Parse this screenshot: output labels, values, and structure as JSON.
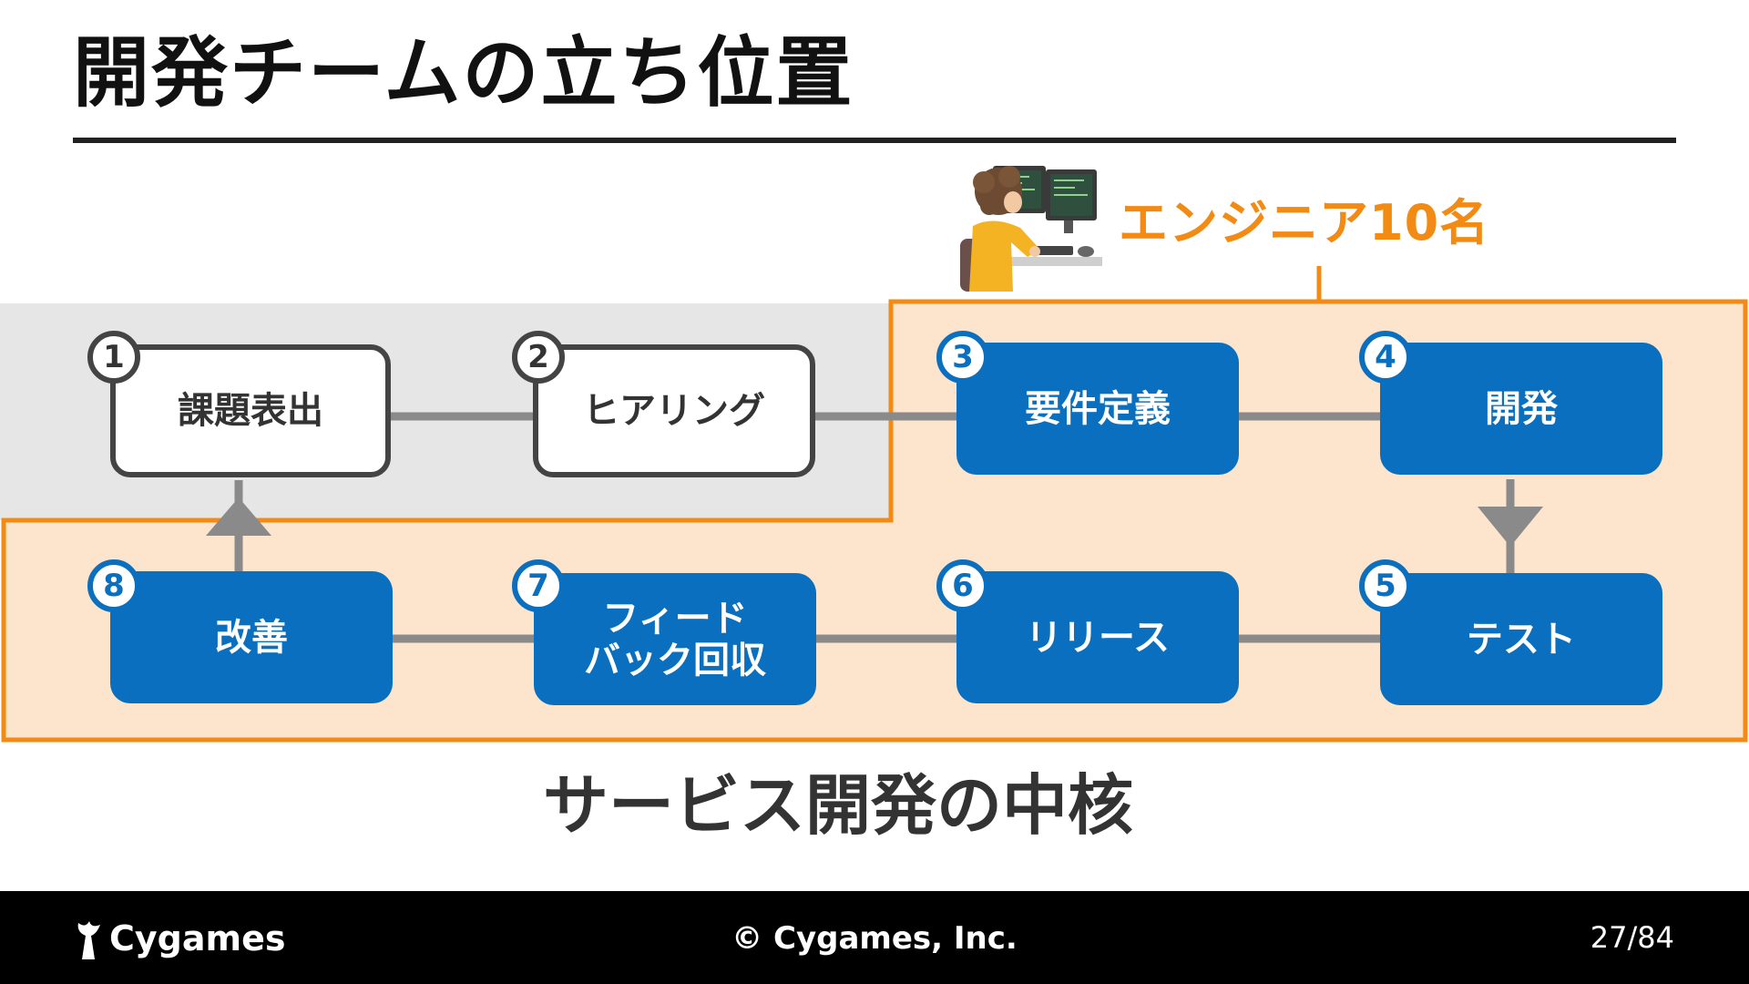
{
  "slide": {
    "title": "開発チームの立ち位置",
    "subtitle": "サービス開発の中核"
  },
  "engineer": {
    "label": "エンジニア10名",
    "illustration": "engineer-at-computer-illustration"
  },
  "steps": [
    {
      "number": "1",
      "label": "課題表出",
      "style": "outline"
    },
    {
      "number": "2",
      "label": "ヒアリング",
      "style": "outline"
    },
    {
      "number": "3",
      "label": "要件定義",
      "style": "filled"
    },
    {
      "number": "4",
      "label": "開発",
      "style": "filled"
    },
    {
      "number": "5",
      "label": "テスト",
      "style": "filled"
    },
    {
      "number": "6",
      "label": "リリース",
      "style": "filled"
    },
    {
      "number": "7",
      "label": "フィード\nバック回収",
      "style": "filled"
    },
    {
      "number": "8",
      "label": "改善",
      "style": "filled"
    }
  ],
  "colors": {
    "accent_orange": "#f28a13",
    "highlight_fill": "#fde4cc",
    "step_blue": "#0a6fbe",
    "band_gray": "#e6e6e6",
    "connector_gray": "#8a8a8a"
  },
  "footer": {
    "logo_text": "Cygames",
    "copyright": "© Cygames, Inc.",
    "page": "27/84"
  }
}
